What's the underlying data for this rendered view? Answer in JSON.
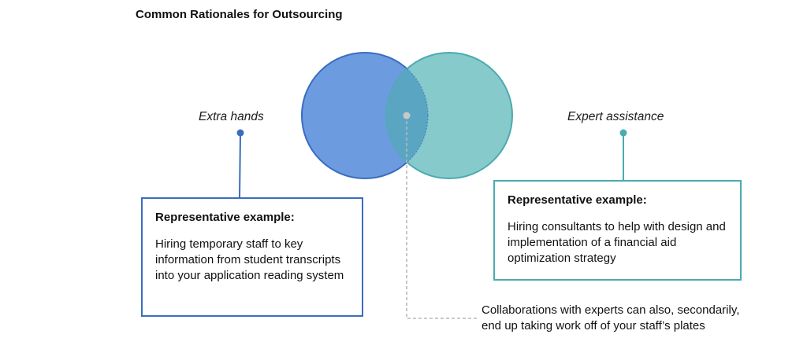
{
  "title": "Common Rationales for Outsourcing",
  "colors": {
    "circle_left_fill": "#6d9be0",
    "circle_left_stroke": "#3a6dbf",
    "circle_right_fill": "#87cacb",
    "circle_right_stroke": "#4aabb0",
    "overlap_fill": "#5aa6c2",
    "connector_gray": "#b8b8b8"
  },
  "left": {
    "label": "Extra hands",
    "heading": "Representative example:",
    "body": "Hiring temporary staff to key information from student transcripts into your application reading system"
  },
  "right": {
    "label": "Expert assistance",
    "heading": "Representative example:",
    "body": "Hiring consultants to help with design and implementation of a financial aid optimization strategy"
  },
  "overlap_note": "Collaborations with experts can also, secondarily, end up taking work off of your staff’s plates"
}
